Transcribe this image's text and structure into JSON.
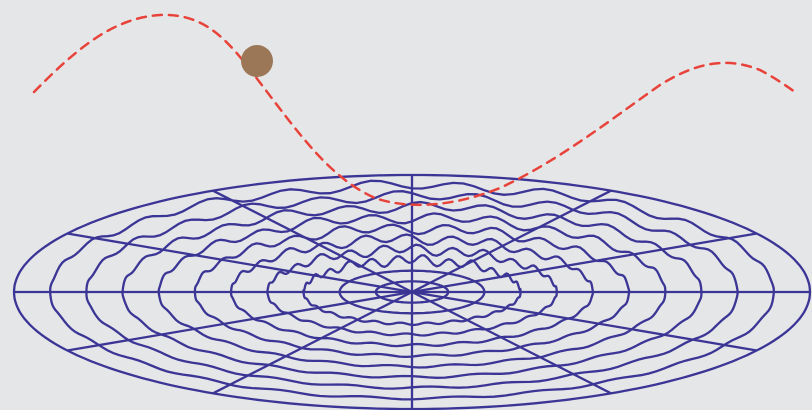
{
  "scene": {
    "background_color": "#e5e6e8",
    "ring_color": "#3b3595",
    "trajectory_color": "#e8433a",
    "ball_color": "#9b7657",
    "ring_count": 11,
    "spoke_count": 12,
    "ball_icon": "ball-icon",
    "trajectory_style": "dashed"
  }
}
